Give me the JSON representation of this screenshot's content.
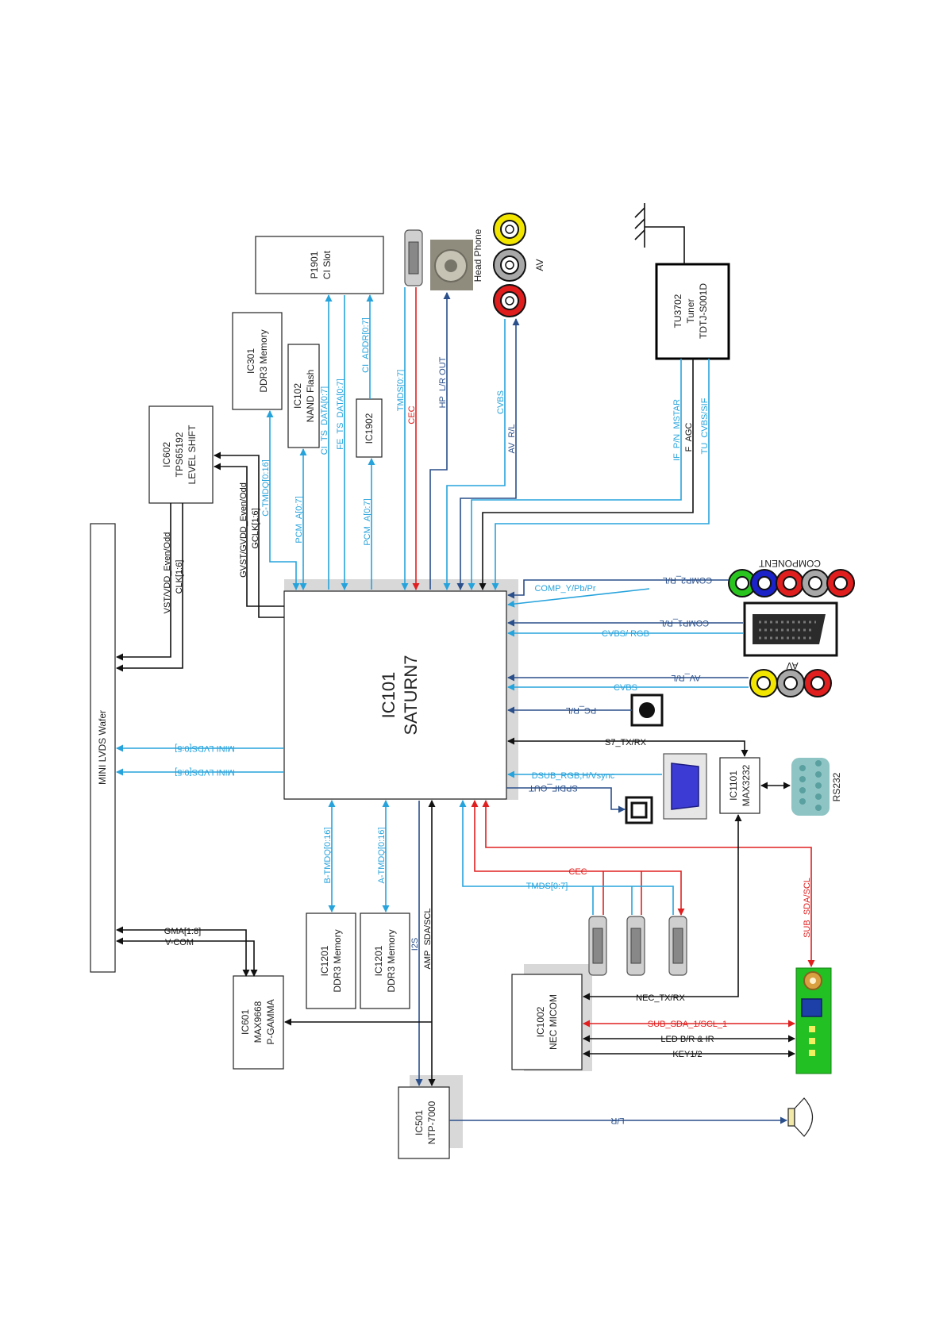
{
  "blocks": {
    "ic101": [
      "IC101",
      "SATURN7"
    ],
    "ic602": [
      "IC602",
      "TPS65192",
      "LEVEL SHIFT"
    ],
    "ic301": [
      "IC301",
      "DDR3 Memory"
    ],
    "ic102": [
      "IC102",
      "NAND Flash"
    ],
    "ic1902": [
      "IC1902"
    ],
    "p1901": [
      "P1901",
      "CI Slot"
    ],
    "tu3702": [
      "TU3702",
      "Tuner",
      "TDTJ-S001D"
    ],
    "mini_lvds": [
      "MINI LVDS Wafer"
    ],
    "ic1201a": [
      "IC1201",
      "DDR3 Memory"
    ],
    "ic1201b": [
      "IC1201",
      "DDR3 Memory"
    ],
    "ic601": [
      "IC601",
      "MAX9668",
      "P-GAMMA"
    ],
    "ic501": [
      "IC501",
      "NTP-7000"
    ],
    "ic1002": [
      "IC1002",
      "NEC MICOM"
    ],
    "ic1101": [
      "IC1101",
      "MAX3232"
    ]
  },
  "connectors": {
    "head_phone": "Head Phone",
    "av_top": "AV",
    "component": "COMPONENT",
    "av_right": "AV",
    "rs232": "RS232"
  },
  "signals": {
    "vst": "VST/VDD_Even/Odd",
    "clk": "CLK[1:6]",
    "gvst": "GVST/GVDD_Even/Odd",
    "gclk": "GCLK[1:6]",
    "c_tmdq": "C-TMDQ[0:16]",
    "pcm_a1": "PCM_A[0:7]",
    "cl_ts_data": "CI_TS_DATA[0:7]",
    "fe_ts_data": "FE_TS_DATA[0:7]",
    "pcm_a2": "PCM_A[0:7]",
    "ci_addr": "CI_ADDR[0:7]",
    "tmds_top": "TMDS[0:7]",
    "cec_top": "CEC",
    "hp_out": "HP_L/R OUT",
    "cvbs_top": "CVBS",
    "av_rl_top": "AV_R/L",
    "if_pn": "IF_P/N_MSTAR",
    "f_agc": "F_AGC",
    "tu_cvbs": "TU_CVBS/SIF",
    "comp2_rl": "COMP2_R/L",
    "comp_ypbpr": "COMP_Y/Pb/Pr",
    "comp1_rl": "COMP1_R/L",
    "cvbs_rgb": "CVBS/ RGB",
    "av_rl_right": "AV_R/L",
    "cvbs_right": "CVBS",
    "pc_rl": "PC_R/L",
    "s7_txrx": "S7_TX/RX",
    "dsub": "DSUB_RGB,H/Vsync",
    "spdif": "SPDIF_OUT",
    "mini_lvds1": "MINI LVDS[0:5]",
    "mini_lvds2": "MINI LVDS[0:5]",
    "b_tmdq": "B-TMDQ[0:16]",
    "a_tmdq": "A-TMDQ[0:16]",
    "i2s": "I2S",
    "amp_sda": "AMP_SDA/SCL",
    "cec_bottom": "CEC",
    "tmds_bottom": "TMDS[0:7]",
    "sub_sda_scl": "SUB_SDA/SCL",
    "gma": "GMA[1:8]",
    "vcom": "V-COM",
    "nec_txrx": "NEC_TX/RX",
    "sub_sda1": "SUB_SDA_1/SCL_1",
    "led": "LED B/R & IR",
    "key": "KEY1/2",
    "lr": "L/R"
  },
  "colors": {
    "bus": "#27a3dc",
    "control": "#e02020",
    "black": "#111111",
    "navy": "#2a4f8a"
  }
}
